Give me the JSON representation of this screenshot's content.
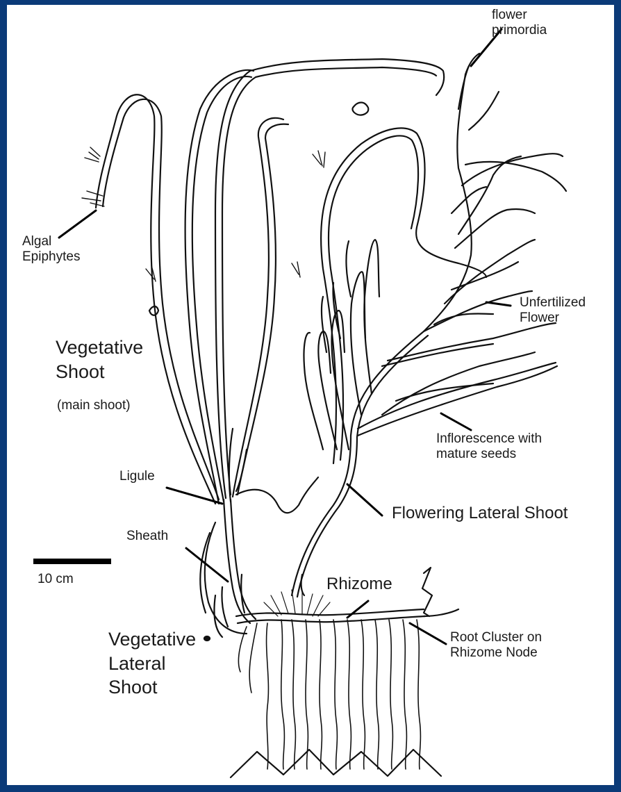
{
  "labels": {
    "flower_primordia": "flower\nprimordia",
    "algal_epiphytes": "Algal\nEpiphytes",
    "vegetative_shoot": "Vegetative\nShoot",
    "main_shoot": "(main shoot)",
    "unfertilized_flower": "Unfertilized\nFlower",
    "inflorescence": "Inflorescence with\nmature seeds",
    "ligule": "Ligule",
    "flowering_lateral_shoot": "Flowering Lateral Shoot",
    "sheath": "Sheath",
    "scale": "10 cm",
    "rhizome": "Rhizome",
    "root_cluster": "Root Cluster on\nRhizome Node",
    "vegetative_lateral_shoot": "Vegetative\nLateral\nShoot"
  },
  "colors": {
    "border": "#0b3a78",
    "background": "#ffffff",
    "ink": "#1a1a1a"
  }
}
